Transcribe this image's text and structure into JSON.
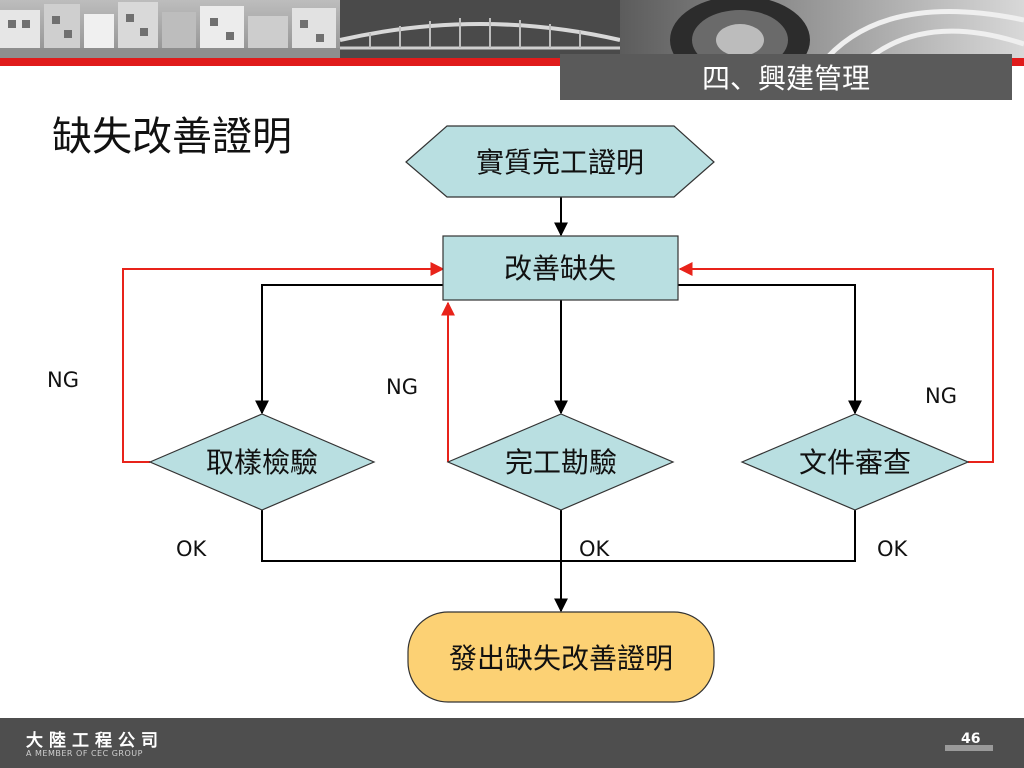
{
  "header": {
    "section_title": "四、興建管理"
  },
  "page_title": "缺失改善證明",
  "flowchart": {
    "nodes": {
      "start": "實質完工證明",
      "improve": "改善缺失",
      "sampling": "取樣檢驗",
      "inspection": "完工勘驗",
      "document": "文件審查",
      "end": "發出缺失改善證明"
    },
    "edge_labels": {
      "ng_left": "NG",
      "ng_middle": "NG",
      "ng_right": "NG",
      "ok_left": "OK",
      "ok_middle": "OK",
      "ok_right": "OK"
    },
    "colors": {
      "process_fill": "#b9dfe1",
      "terminal_fill": "#fcd174",
      "ng_line": "#e8231a",
      "line": "#000000"
    }
  },
  "footer": {
    "company_name": "大陸工程公司",
    "company_subtitle": "A MEMBER OF CEC GROUP",
    "page_number": "46"
  }
}
